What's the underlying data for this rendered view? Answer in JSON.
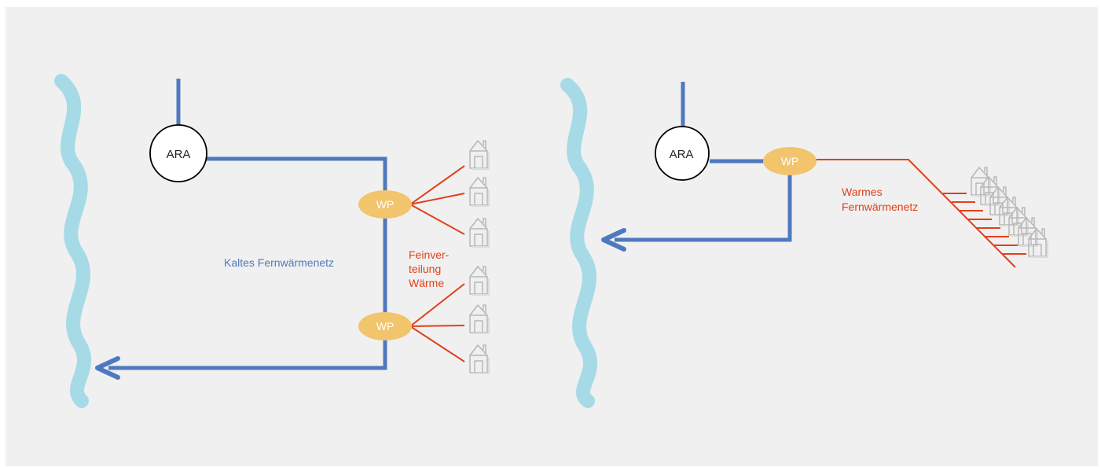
{
  "left_panel": {
    "treatment_plant_label": "ARA",
    "heat_pump_labels": [
      "WP",
      "WP"
    ],
    "network_label": "Kaltes Fernwärmenetz",
    "distribution_label_lines": [
      "Feinver-",
      "teilung",
      "Wärme"
    ]
  },
  "right_panel": {
    "treatment_plant_label": "ARA",
    "heat_pump_label": "WP",
    "network_label_lines": [
      "Warmes",
      "Fernwärmenetz"
    ]
  },
  "colors": {
    "background": "#f0f0f0",
    "cold_pipe": "#4f79bf",
    "warm_pipe": "#e2401c",
    "heat_pump_fill": "#f2c46c",
    "river": "#a6dae6",
    "house_stroke": "#b7b7b7",
    "cold_label": "#4f79bf",
    "warm_label": "#e2401c"
  },
  "icons": [
    "house-icon",
    "river-icon",
    "arrow-left-icon"
  ]
}
